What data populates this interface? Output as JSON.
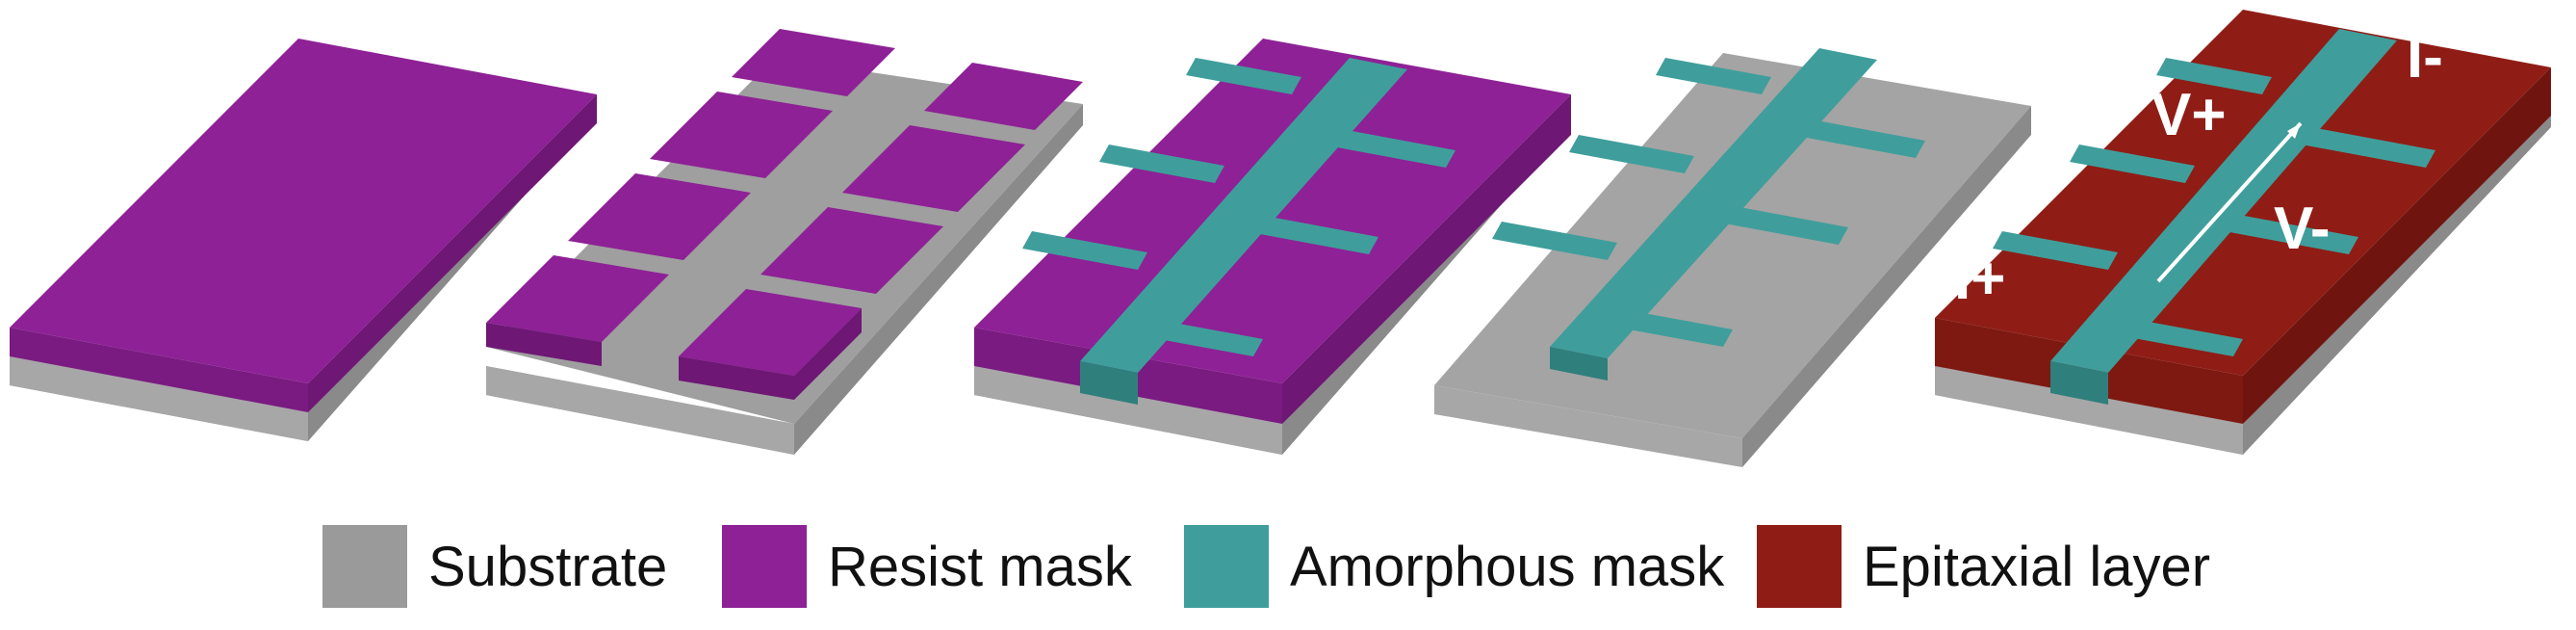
{
  "colors": {
    "substrate_top": "#9a9a9a",
    "substrate_side": "#8a8a8a",
    "resist_top": "#8e2196",
    "resist_side": "#6e1775",
    "amorphous_top": "#3f9e9b",
    "amorphous_side": "#2f7f7c",
    "epi_top": "#8f1d16",
    "epi_side": "#6f140f"
  },
  "stages": [
    {
      "id": "stage-1",
      "layers": [
        "substrate",
        "resist"
      ]
    },
    {
      "id": "stage-2",
      "layers": [
        "substrate",
        "resist-patterned"
      ]
    },
    {
      "id": "stage-3",
      "layers": [
        "substrate",
        "resist",
        "amorphous"
      ]
    },
    {
      "id": "stage-4",
      "layers": [
        "substrate",
        "amorphous"
      ]
    },
    {
      "id": "stage-5",
      "layers": [
        "substrate",
        "epitaxial",
        "amorphous"
      ]
    }
  ],
  "probe_labels": {
    "i_plus": "I+",
    "i_minus": "I-",
    "v_plus": "V+",
    "v_minus": "V-"
  },
  "legend": [
    {
      "key": "substrate",
      "label": "Substrate",
      "color": "#9a9a9a"
    },
    {
      "key": "resist",
      "label": "Resist mask",
      "color": "#8e2196"
    },
    {
      "key": "amorphous",
      "label": "Amorphous mask",
      "color": "#3f9e9b"
    },
    {
      "key": "epitaxial",
      "label": "Epitaxial layer",
      "color": "#8f1d16"
    }
  ]
}
